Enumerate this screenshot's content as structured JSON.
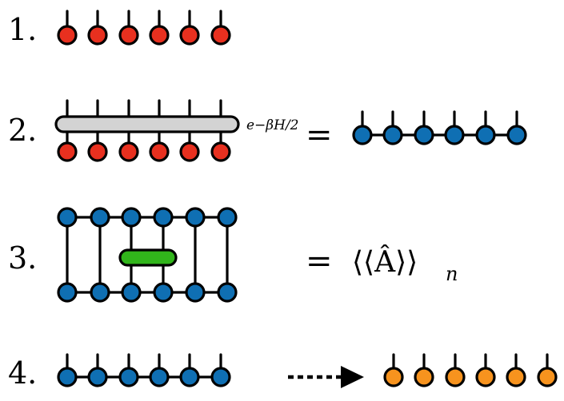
{
  "steps": [
    {
      "label": "1."
    },
    {
      "label": "2.",
      "operator_exponent": "e−βH/2",
      "equals": "="
    },
    {
      "label": "3.",
      "equals": "=",
      "result": "⟨⟨Â⟩⟩",
      "result_sub": "n"
    },
    {
      "label": "4."
    }
  ],
  "colors": {
    "red": "#e8301f",
    "blue": "#0f6fb3",
    "orange": "#f7931e",
    "gray_op": "#d3d3d3",
    "green_op": "#31b51b",
    "line": "#000000"
  }
}
